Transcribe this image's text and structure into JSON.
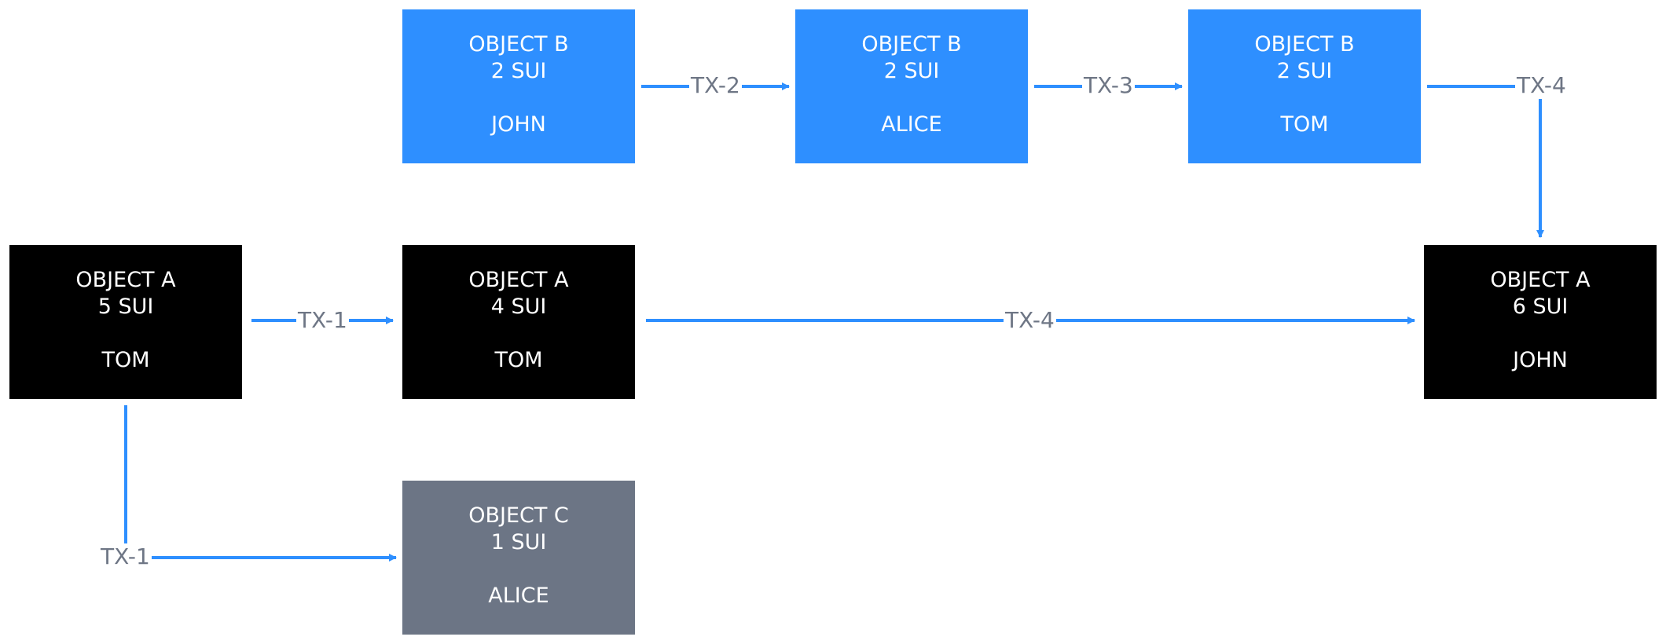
{
  "colors": {
    "blue": "#2e8fff",
    "black": "#000000",
    "gray": "#6c7585",
    "edge": "#2e8fff",
    "label": "#6e7685"
  },
  "nodes": {
    "b_john": {
      "line1": "OBJECT B",
      "line2": "2 SUI",
      "owner": "JOHN"
    },
    "b_alice": {
      "line1": "OBJECT B",
      "line2": "2 SUI",
      "owner": "ALICE"
    },
    "b_tom": {
      "line1": "OBJECT B",
      "line2": "2 SUI",
      "owner": "TOM"
    },
    "a_tom5": {
      "line1": "OBJECT A",
      "line2": "5 SUI",
      "owner": "TOM"
    },
    "a_tom4": {
      "line1": "OBJECT A",
      "line2": "4 SUI",
      "owner": "TOM"
    },
    "a_john6": {
      "line1": "OBJECT A",
      "line2": "6 SUI",
      "owner": "JOHN"
    },
    "c_alice": {
      "line1": "OBJECT C",
      "line2": "1 SUI",
      "owner": "ALICE"
    }
  },
  "edges": {
    "b_john_to_b_alice": "TX-2",
    "b_alice_to_b_tom": "TX-3",
    "b_tom_to_a_john6": "TX-4",
    "a_tom5_to_a_tom4": "TX-1",
    "a_tom4_to_a_john6": "TX-4",
    "a_tom5_to_c_alice": "TX-1"
  }
}
